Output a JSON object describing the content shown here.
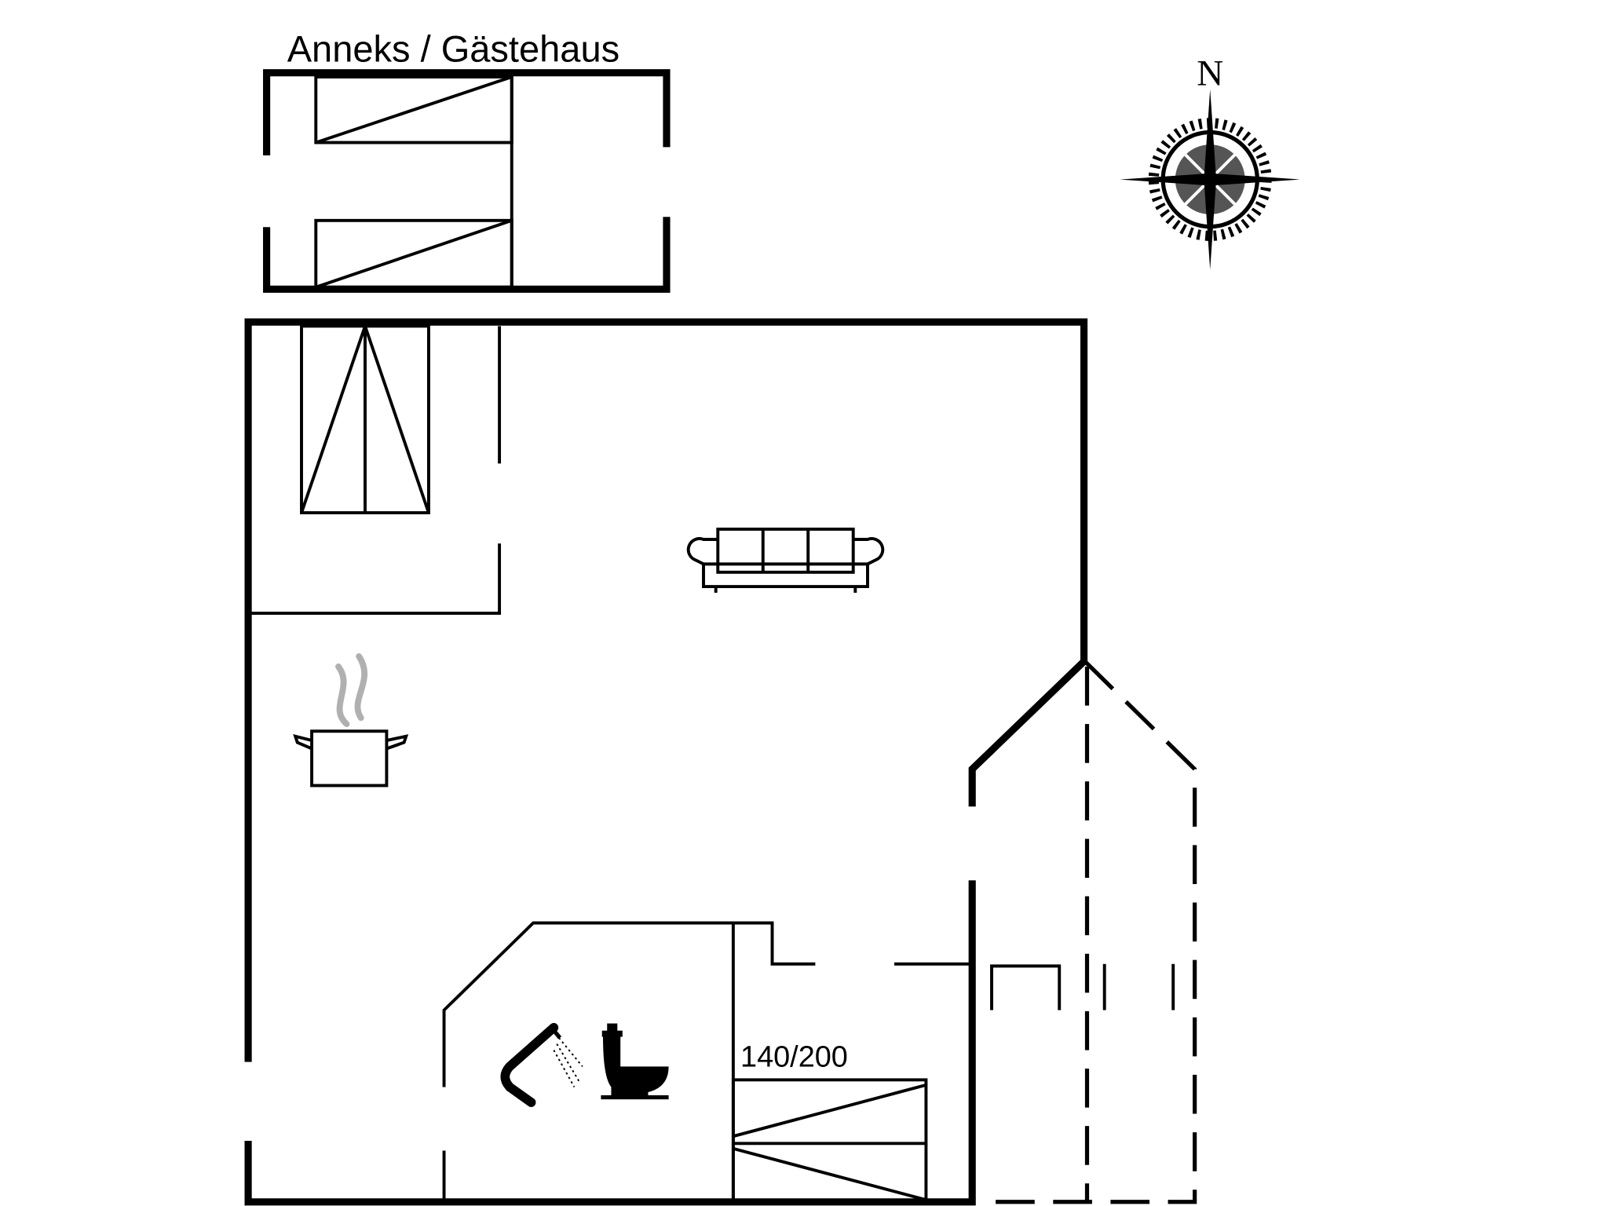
{
  "annex_label": "Anneks / Gästehaus",
  "bed_size_label": "140/200",
  "compass_label": "N",
  "icons": [
    "compass-rose-icon",
    "sofa-icon",
    "cooking-pot-icon",
    "shower-icon",
    "toilet-icon",
    "bed-icon"
  ],
  "colors": {
    "line": "#000000",
    "steam": "#b0b0b0",
    "background": "#ffffff"
  }
}
